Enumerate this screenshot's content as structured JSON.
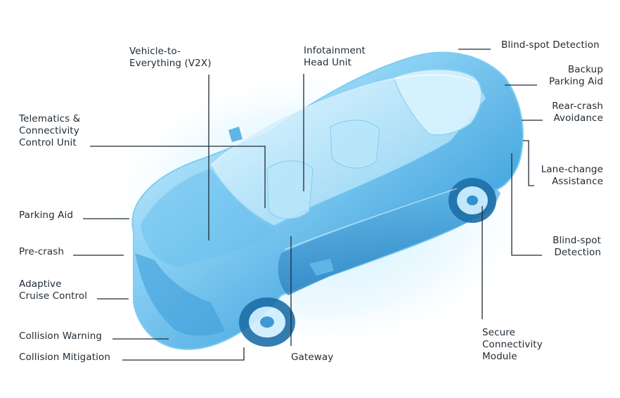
{
  "colors": {
    "body_light": "#cfeefe",
    "body_mid": "#74c6f0",
    "body_deep": "#2e8fd0",
    "glow": "#a9e2ff",
    "line": "#1f2a33",
    "text": "#1f2a33"
  },
  "labels": {
    "v2x": [
      "Vehicle-to-",
      "Everything (V2X)"
    ],
    "infotainment": [
      "Infotainment",
      "Head Unit"
    ],
    "blind_spot_top": [
      "Blind-spot Detection"
    ],
    "backup_parking": [
      "Backup",
      "Parking Aid"
    ],
    "rear_crash": [
      "Rear-crash",
      "Avoidance"
    ],
    "telematics": [
      "Telematics &",
      "Connectivity",
      "Control Unit"
    ],
    "lane_change": [
      "Lane-change",
      "Assistance"
    ],
    "parking_aid": [
      "Parking Aid"
    ],
    "blind_spot_right": [
      "Blind-spot",
      "Detection"
    ],
    "pre_crash": [
      "Pre-crash"
    ],
    "adaptive_cruise": [
      "Adaptive",
      "Cruise Control"
    ],
    "secure_module": [
      "Secure",
      "Connectivity",
      "Module"
    ],
    "collision_warning": [
      "Collision Warning"
    ],
    "collision_mitigation": [
      "Collision Mitigation"
    ],
    "gateway": [
      "Gateway"
    ]
  }
}
